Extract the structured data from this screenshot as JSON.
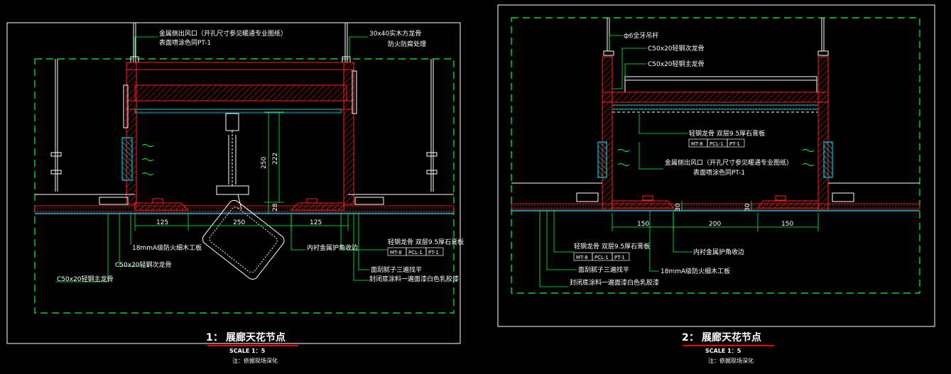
{
  "colors": {
    "background": "#000000",
    "frame": "#ffffff",
    "construction_red": "#ff2020",
    "leader_green": "#00ff3c",
    "duct_cyan": "#00e5ff",
    "fixture_white": "#ffffff",
    "title_underline": "#ff0000"
  },
  "detail1": {
    "title_num": "1",
    "title_text": "展廊天花节点",
    "scale": "SCALE  1：5",
    "note": "注：依据现场深化",
    "labels": {
      "vent": "金属侧出风口（开孔尺寸参见暖通专业图纸）",
      "vent_finish": "表面喷涂色同PT-1",
      "wood_keel": "30x40实木方龙骨",
      "fireproof": "防火防腐处理",
      "board": "18mmA级防火细木工板",
      "sub_keel": "C50x20轻钢次龙骨",
      "main_keel": "C50x20轻钢主龙骨",
      "light_keel": "轻钢龙骨 双层9.5厚石膏板",
      "mt": "MT-8",
      "pcl": "PCL-1",
      "pt": "PT-1",
      "edge": "内衬金属护角收边",
      "putty": "面刮腻子三遍找平",
      "paint": "封闭底涂料一遍面漆白色乳胶漆"
    },
    "dims": {
      "d125a": "125",
      "d250": "250",
      "d125b": "125",
      "d222": "222",
      "d250v": "250",
      "d28": "28"
    }
  },
  "detail2": {
    "title_num": "2",
    "title_text": "展廊天花节点",
    "scale": "SCALE  1：5",
    "note": "注：依据现场深化",
    "labels": {
      "rod": "ф6全牙吊杆",
      "sub_keel": "C50x20轻钢次龙骨",
      "main_keel": "C50x20轻钢主龙骨",
      "light_keel": "轻钢龙骨 双层9.5厚石膏板",
      "mt": "MT-8",
      "pcl": "PCL-1",
      "pt": "PT-1",
      "vent": "金属侧出风口（开孔尺寸参见暖通专业图纸）",
      "vent_finish": "表面喷涂色同PT-1",
      "light_keel2": "轻钢龙骨 双层9.5厚石膏板",
      "edge": "内衬金属护角收边",
      "putty": "面刮腻子三遍找平",
      "board": "18mmA级防火细木工板",
      "paint": "封闭底涂料一遍面漆白色乳胶漆"
    },
    "dims": {
      "d150a": "150",
      "d200": "200",
      "d150b": "150",
      "d30a": "30",
      "d30b": "30"
    }
  }
}
